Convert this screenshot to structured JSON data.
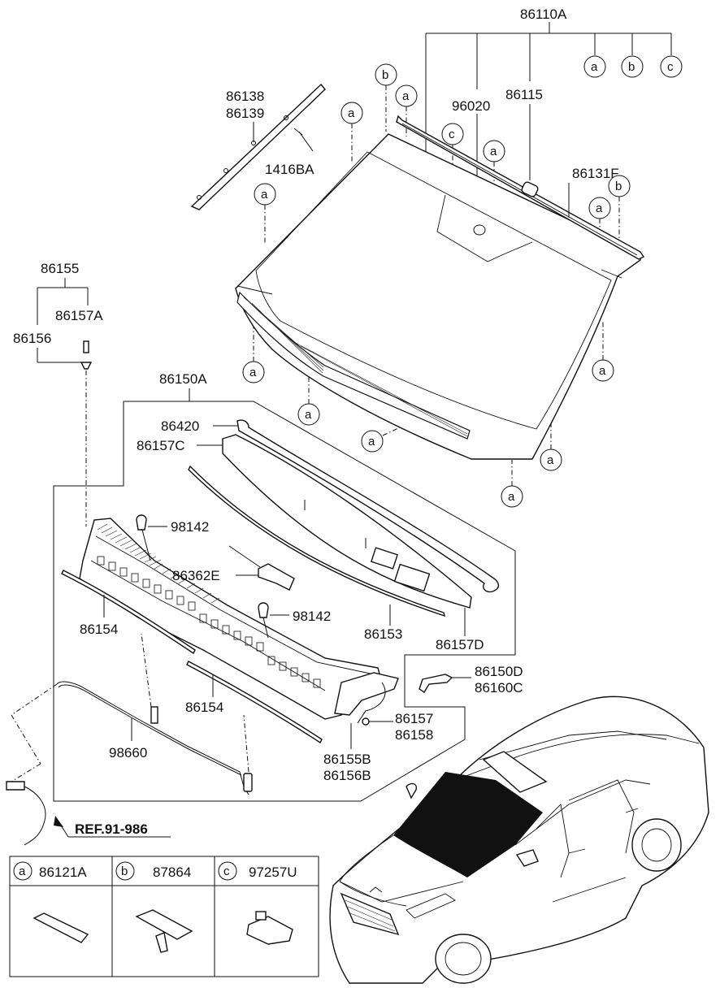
{
  "diagram": {
    "part_labels": {
      "p86110A": "86110A",
      "p96020": "96020",
      "p86115": "86115",
      "p86138": "86138",
      "p86139": "86139",
      "p1416BA": "1416BA",
      "p86131F": "86131F",
      "p86155": "86155",
      "p86157A": "86157A",
      "p86156": "86156",
      "p86150A": "86150A",
      "p86420": "86420",
      "p86157C": "86157C",
      "p98142a": "98142",
      "p98142b": "98142",
      "p86362E": "86362E",
      "p86154a": "86154",
      "p86154b": "86154",
      "p86153": "86153",
      "p86157D": "86157D",
      "p86150D": "86150D",
      "p86160C": "86160C",
      "p86157": "86157",
      "p86158": "86158",
      "p86155B": "86155B",
      "p86156B": "86156B",
      "p98660": "98660",
      "ref": "REF.91-986"
    },
    "bubble_letters": {
      "a": "a",
      "b": "b",
      "c": "c"
    },
    "legend": {
      "cells": [
        {
          "letter": "a",
          "part": "86121A"
        },
        {
          "letter": "b",
          "part": "87864"
        },
        {
          "letter": "c",
          "part": "97257U"
        }
      ]
    },
    "colors": {
      "ink": "#111111",
      "paper": "#ffffff",
      "windshield_tint": "#111111"
    }
  }
}
